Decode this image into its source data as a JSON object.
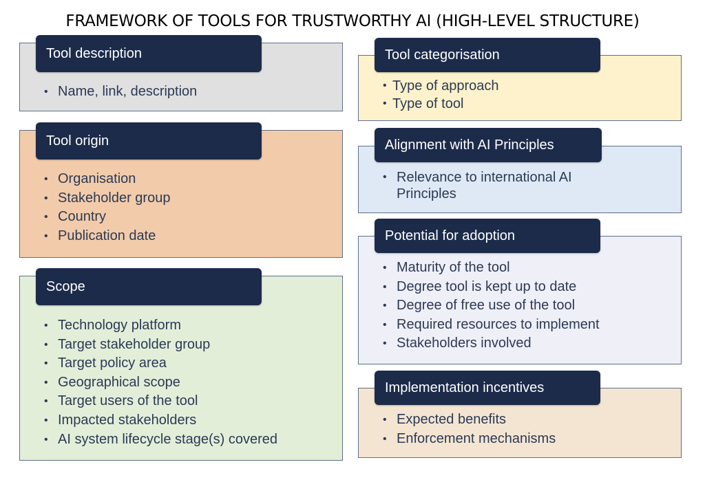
{
  "title": "FRAMEWORK OF TOOLS FOR TRUSTWORTHY AI (HIGH-LEVEL STRUCTURE)",
  "colors": {
    "header_bg": "#1c2b4a",
    "tool_description_bg": "#e0e0e0",
    "tool_origin_bg": "#f2cbaa",
    "scope_bg": "#e3eed9",
    "tool_categorisation_bg": "#fdf2cb",
    "alignment_bg": "#dfe9f5",
    "adoption_bg": "#efeff8",
    "incentives_bg": "#f4e5d2"
  },
  "sections": {
    "tool_description": {
      "header": "Tool description",
      "items": [
        "Name, link, description"
      ]
    },
    "tool_origin": {
      "header": "Tool origin",
      "items": [
        "Organisation",
        "Stakeholder group",
        "Country",
        "Publication date"
      ]
    },
    "scope": {
      "header": "Scope",
      "items": [
        "Technology platform",
        "Target stakeholder group",
        "Target policy area",
        "Geographical scope",
        "Target users of the tool",
        "Impacted stakeholders",
        "AI system lifecycle stage(s) covered"
      ]
    },
    "tool_categorisation": {
      "header": "Tool categorisation",
      "items": [
        "Type of approach",
        "Type of tool"
      ]
    },
    "alignment": {
      "header": "Alignment with AI Principles",
      "items": [
        "Relevance to international AI Principles"
      ]
    },
    "adoption": {
      "header": "Potential for adoption",
      "items": [
        "Maturity of the tool",
        "Degree tool is kept up to date",
        "Degree of free use of the tool",
        "Required resources to implement",
        "Stakeholders involved"
      ]
    },
    "incentives": {
      "header": "Implementation incentives",
      "items": [
        "Expected benefits",
        "Enforcement mechanisms"
      ]
    }
  }
}
